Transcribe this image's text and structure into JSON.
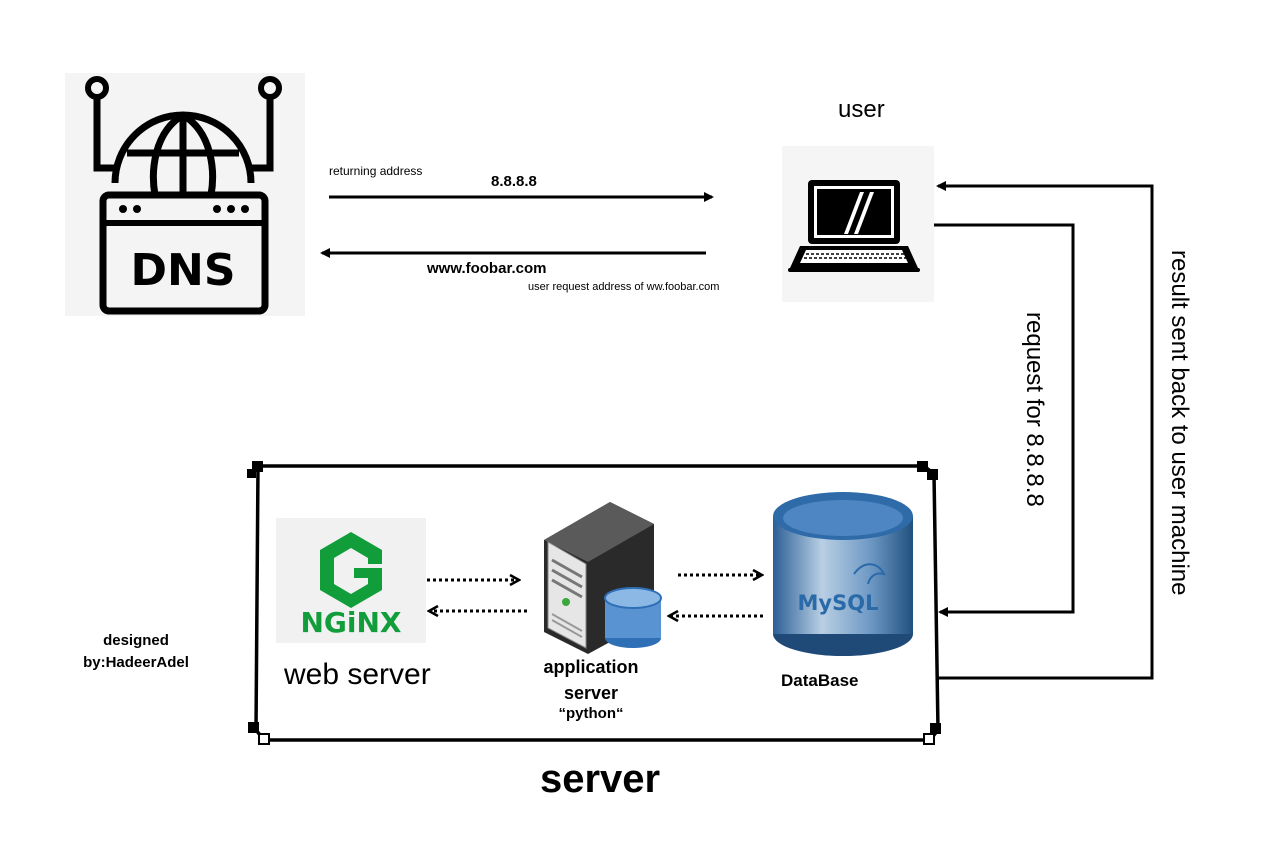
{
  "dns": {
    "icon": "dns-globe-icon",
    "label": "DNS"
  },
  "user": {
    "title": "user",
    "icon": "laptop-icon"
  },
  "arrows": {
    "returning_label": "returning address",
    "returning_ip": "8.8.8.8",
    "request_domain": "www.foobar.com",
    "request_label": "user request address of ww.foobar.com",
    "request_for": "request for 8.8.8.8",
    "result_back": "result sent back to user machine"
  },
  "server_box": {
    "title": "server",
    "web_server": {
      "logo_text": "NGiNX",
      "label": "web server",
      "icon": "nginx-logo-icon"
    },
    "app_server": {
      "label_line1": "application",
      "label_line2": "server",
      "label_line3": "“python“",
      "icon": "server-tower-icon"
    },
    "database": {
      "logo_text": "MySQL",
      "label": "DataBase",
      "icon": "database-cylinder-icon"
    }
  },
  "credit": {
    "line1": "designed",
    "line2": "by:HadeerAdel"
  },
  "colors": {
    "nginx_green": "#109d3a",
    "mysql_blue": "#2a6aa8",
    "mysql_orange": "#e48e00",
    "db_blue": "#2f6fb5"
  }
}
